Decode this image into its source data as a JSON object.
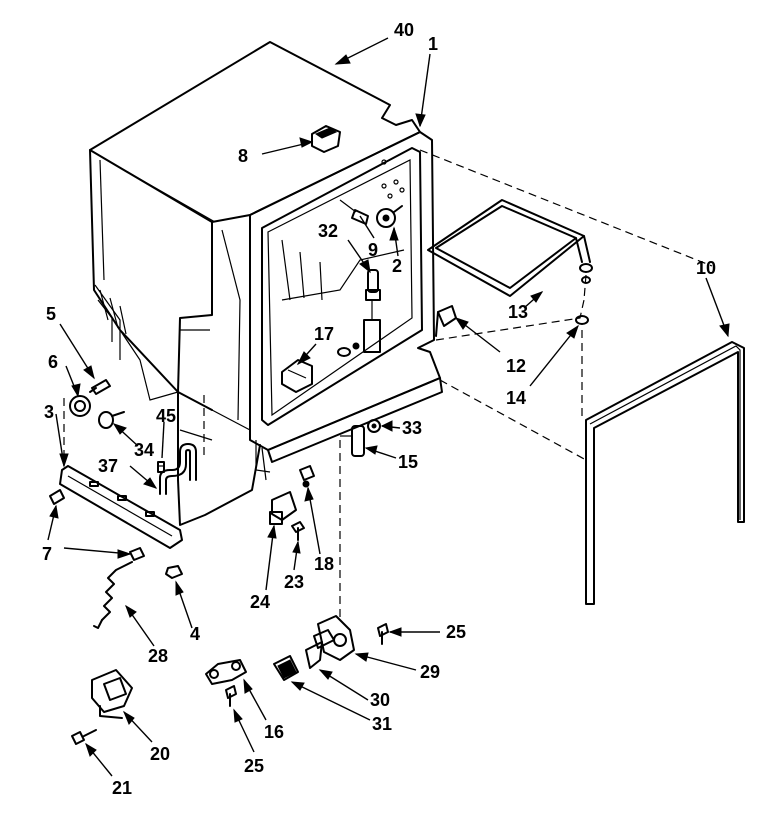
{
  "diagram": {
    "callouts": {
      "c40": "40",
      "c1": "1",
      "c8": "8",
      "c9": "9",
      "c2": "2",
      "c32": "32",
      "c10": "10",
      "c5": "5",
      "c6": "6",
      "c17": "17",
      "c13": "13",
      "c12": "12",
      "c14": "14",
      "c3": "3",
      "c45": "45",
      "c34": "34",
      "c33": "33",
      "c37": "37",
      "c15": "15",
      "c7": "7",
      "c24": "24",
      "c23": "23",
      "c18": "18",
      "c4": "4",
      "c28": "28",
      "c25a": "25",
      "c29": "29",
      "c30": "30",
      "c31": "31",
      "c16": "16",
      "c20": "20",
      "c25b": "25",
      "c21": "21"
    }
  }
}
